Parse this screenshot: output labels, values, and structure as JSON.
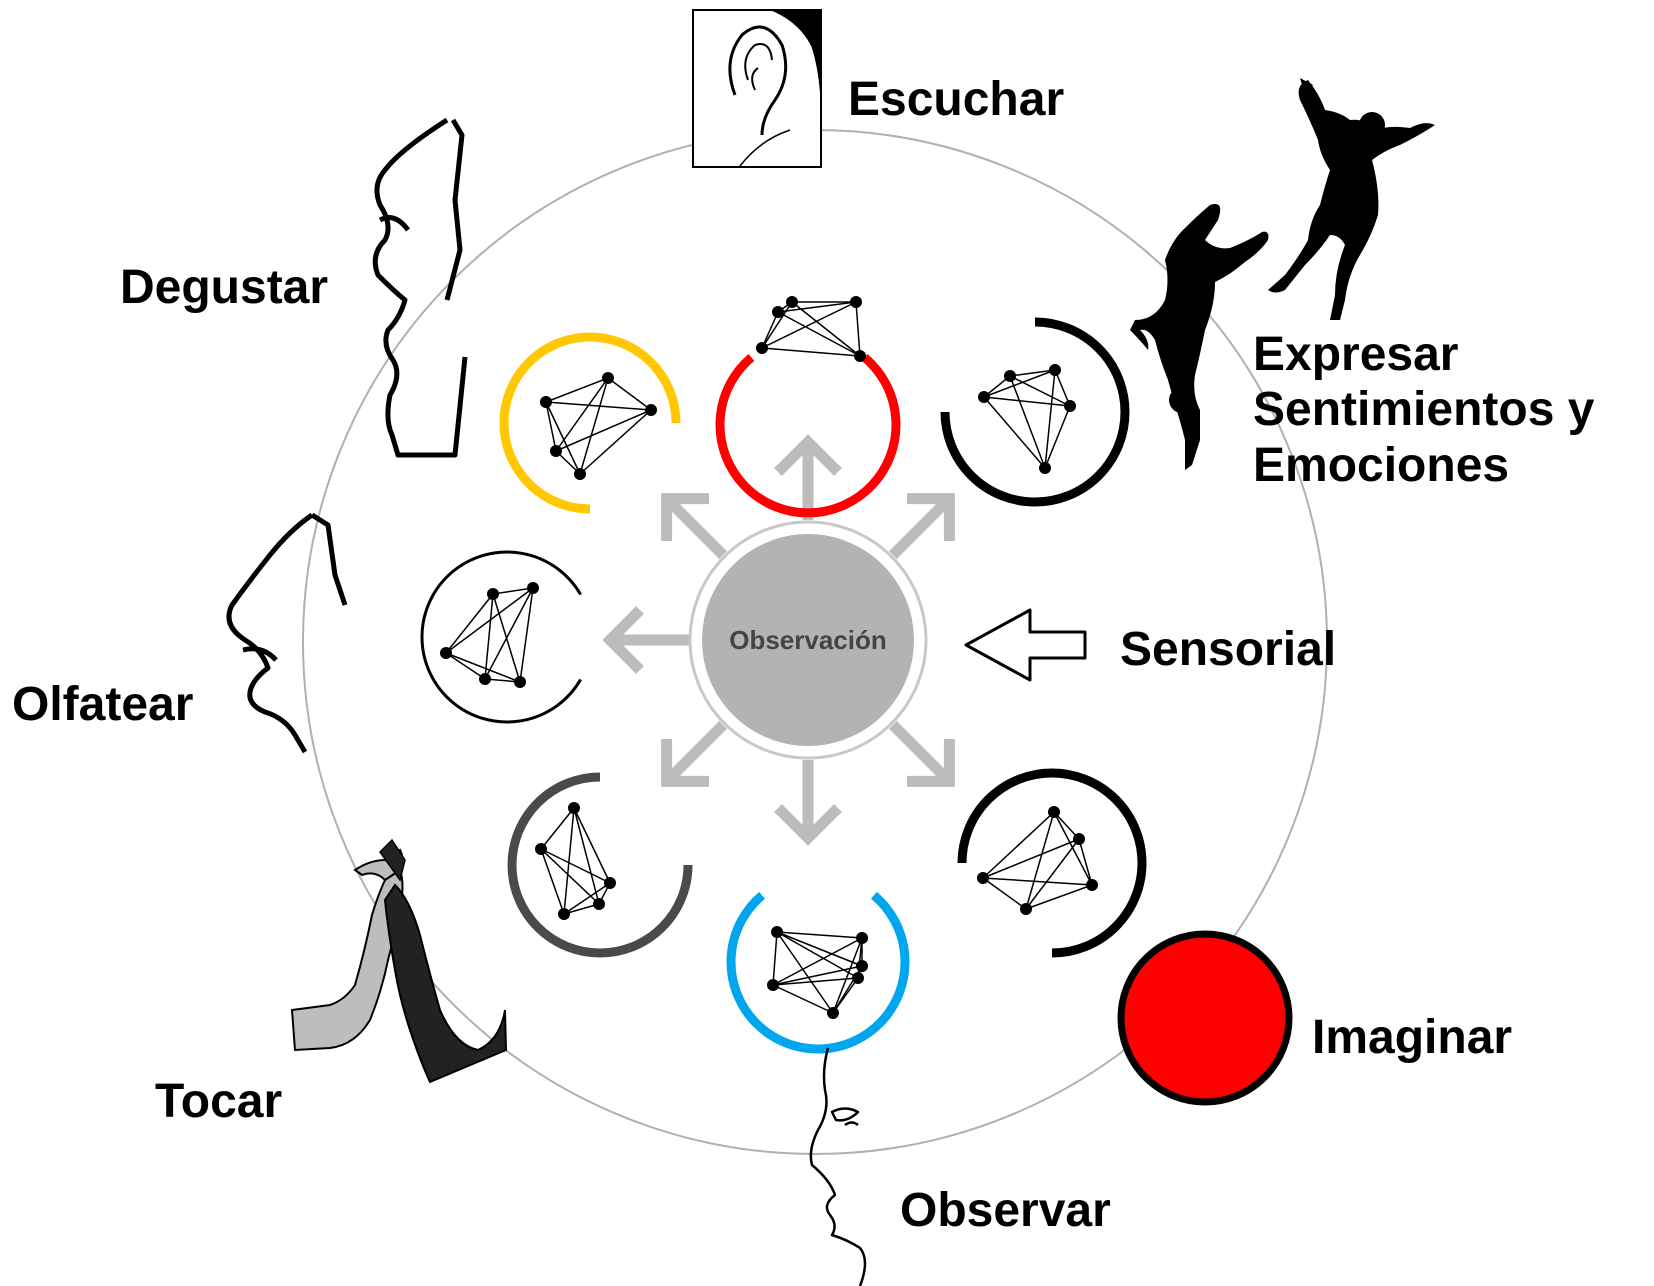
{
  "center": {
    "label": "Observación",
    "fill": "#b3b3b3",
    "text_color": "#444444"
  },
  "colors": {
    "ring": "#b0b0b0",
    "arrow": "#bcbcbc",
    "red": "#ff0000",
    "yellow": "#ffc800",
    "blue": "#00a6ee",
    "darkgray": "#4a4a4a",
    "black": "#000000"
  },
  "labels": {
    "escuchar": "Escuchar",
    "degustar": "Degustar",
    "expresar_1": "Expresar",
    "expresar_2": "Sentimientos y",
    "expresar_3": "Emociones",
    "olfatear": "Olfatear",
    "sensorial": "Sensorial",
    "tocar": "Tocar",
    "imaginar": "Imaginar",
    "observar": "Observar"
  },
  "icons": {
    "escuchar": "ear-icon",
    "degustar": "mouth-profile-icon",
    "expresar": "dancers-icon",
    "olfatear": "nose-profile-icon",
    "tocar": "hands-icon",
    "imaginar": "red-circle-icon",
    "observar": "face-profile-icon",
    "sensorial": "left-arrow-icon"
  }
}
